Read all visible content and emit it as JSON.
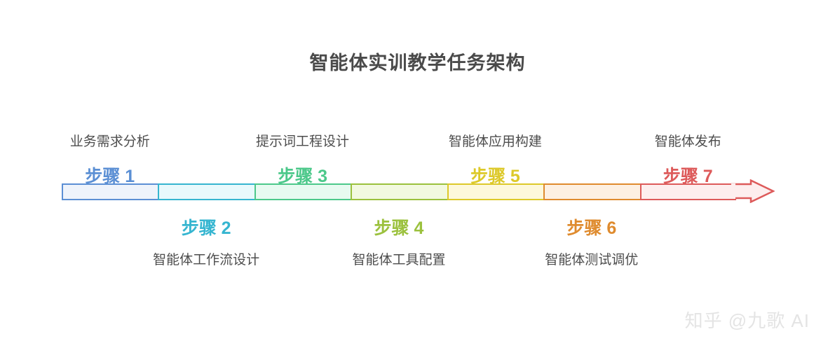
{
  "title": "智能体实训教学任务架构",
  "watermark": "知乎 @九歌 AI",
  "chart_data": {
    "type": "diagram",
    "subtype": "process-arrow-timeline",
    "title": "智能体实训教学任务架构",
    "orientation": "horizontal",
    "arrow_direction": "right",
    "segment_count": 7,
    "steps": [
      {
        "index": 1,
        "step_label": "步骤 1",
        "name": "业务需求分析",
        "name_position": "top",
        "color": "#5b8fd4",
        "fill": "#eef3fb"
      },
      {
        "index": 2,
        "step_label": "步骤 2",
        "name": "智能体工作流设计",
        "name_position": "bottom",
        "color": "#35b5d0",
        "fill": "#e8f9fc"
      },
      {
        "index": 3,
        "step_label": "步骤 3",
        "name": "提示词工程设计",
        "name_position": "top",
        "color": "#4cc88a",
        "fill": "#e7faf0"
      },
      {
        "index": 4,
        "step_label": "步骤 4",
        "name": "智能体工具配置",
        "name_position": "bottom",
        "color": "#9bc13d",
        "fill": "#f2f9e0"
      },
      {
        "index": 5,
        "step_label": "步骤 5",
        "name": "智能体应用构建",
        "name_position": "top",
        "color": "#ddc92a",
        "fill": "#fdf8db"
      },
      {
        "index": 6,
        "step_label": "步骤 6",
        "name": "智能体测试调优",
        "name_position": "bottom",
        "color": "#df8b2e",
        "fill": "#fdf0e2"
      },
      {
        "index": 7,
        "step_label": "步骤 7",
        "name": "智能体发布",
        "name_position": "top",
        "color": "#dd5a5a",
        "fill": "#fdeeee"
      }
    ],
    "title_color": "#4a4a4a",
    "name_color": "#4d4d4d",
    "background": "#ffffff"
  }
}
